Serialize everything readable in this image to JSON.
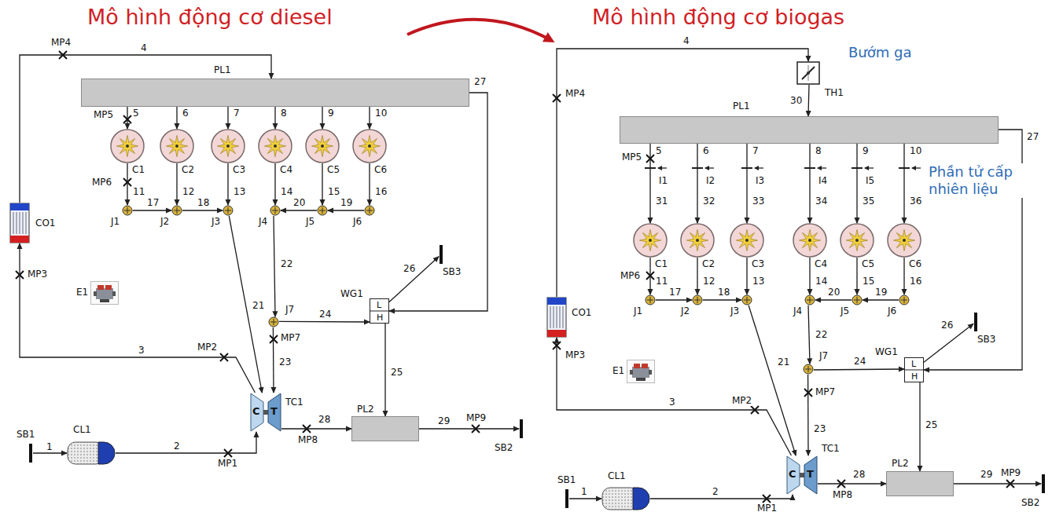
{
  "diagram": {
    "nodes": [
      {
        "text": [
          "SB1"
        ]
      },
      {
        "text": [
          "CL1"
        ]
      },
      {
        "text": [
          "C",
          "T",
          "TC1"
        ]
      },
      {
        "text": [
          "CO1"
        ]
      },
      {
        "text": [
          "PL1"
        ]
      },
      {
        "text": [
          "C1"
        ]
      },
      {
        "text": [
          "C2"
        ]
      },
      {
        "text": [
          "C3"
        ]
      },
      {
        "text": [
          "C4"
        ]
      },
      {
        "text": [
          "C5"
        ]
      },
      {
        "text": [
          "C6"
        ]
      },
      {
        "text": [
          "J1"
        ]
      },
      {
        "text": [
          "J2"
        ]
      },
      {
        "text": [
          "J3"
        ]
      },
      {
        "text": [
          "J4"
        ]
      },
      {
        "text": [
          "J5"
        ]
      },
      {
        "text": [
          "J6"
        ]
      },
      {
        "text": [
          "J7"
        ]
      },
      {
        "text": [
          "L",
          "H",
          "WG1"
        ]
      },
      {
        "text": [
          "SB3"
        ]
      },
      {
        "text": [
          "PL2"
        ]
      },
      {
        "text": [
          "SB2"
        ]
      },
      {
        "text": [
          "E1"
        ]
      },
      {
        "text": [
          "SB1"
        ]
      },
      {
        "text": [
          "CL1"
        ]
      },
      {
        "text": [
          "C",
          "T",
          "TC1"
        ]
      },
      {
        "text": [
          "CO1"
        ]
      },
      {
        "text": [
          "TH1"
        ]
      },
      {
        "text": [
          "PL1"
        ]
      },
      {
        "text": [
          "C1"
        ]
      },
      {
        "text": [
          "C2"
        ]
      },
      {
        "text": [
          "C3"
        ]
      },
      {
        "text": [
          "C4"
        ]
      },
      {
        "text": [
          "C5"
        ]
      },
      {
        "text": [
          "C6"
        ]
      },
      {
        "text": [
          "J1"
        ]
      },
      {
        "text": [
          "J2"
        ]
      },
      {
        "text": [
          "J3"
        ]
      },
      {
        "text": [
          "J4"
        ]
      },
      {
        "text": [
          "J5"
        ]
      },
      {
        "text": [
          "J6"
        ]
      },
      {
        "text": [
          "J7"
        ]
      },
      {
        "text": [
          "L",
          "H",
          "WG1"
        ]
      },
      {
        "text": [
          "SB3"
        ]
      },
      {
        "text": [
          "PL2"
        ]
      },
      {
        "text": [
          "SB2"
        ]
      },
      {
        "text": [
          "E1"
        ]
      }
    ],
    "edges": [
      {
        "from": 0,
        "to": 1,
        "arrow": "to",
        "label": "1"
      },
      {
        "from": 1,
        "to": 2,
        "arrow": "to",
        "label": "2"
      },
      {
        "from": 2,
        "to": 3,
        "arrow": "to",
        "label": "3"
      },
      {
        "from": 3,
        "to": 4,
        "arrow": "to",
        "label": "4"
      },
      {
        "from": 4,
        "to": 5,
        "arrow": "to",
        "label": "5"
      },
      {
        "from": 4,
        "to": 6,
        "arrow": "to",
        "label": "6"
      },
      {
        "from": 4,
        "to": 7,
        "arrow": "to",
        "label": "7"
      },
      {
        "from": 4,
        "to": 8,
        "arrow": "to",
        "label": "8"
      },
      {
        "from": 4,
        "to": 9,
        "arrow": "to",
        "label": "9"
      },
      {
        "from": 4,
        "to": 10,
        "arrow": "to",
        "label": "10"
      },
      {
        "from": 5,
        "to": 11,
        "arrow": "to",
        "label": "11"
      },
      {
        "from": 6,
        "to": 12,
        "arrow": "to",
        "label": "12"
      },
      {
        "from": 7,
        "to": 13,
        "arrow": "to",
        "label": "13"
      },
      {
        "from": 8,
        "to": 14,
        "arrow": "to",
        "label": "14"
      },
      {
        "from": 9,
        "to": 15,
        "arrow": "to",
        "label": "15"
      },
      {
        "from": 10,
        "to": 16,
        "arrow": "to",
        "label": "16"
      },
      {
        "from": 11,
        "to": 12,
        "arrow": "to",
        "label": "17"
      },
      {
        "from": 12,
        "to": 13,
        "arrow": "to",
        "label": "18"
      },
      {
        "from": 15,
        "to": 14,
        "arrow": "to",
        "label": "20"
      },
      {
        "from": 16,
        "to": 15,
        "arrow": "to",
        "label": "19"
      },
      {
        "from": 13,
        "to": 2,
        "arrow": "to",
        "label": "21"
      },
      {
        "from": 14,
        "to": 17,
        "arrow": "to",
        "label": "22"
      },
      {
        "from": 17,
        "to": 2,
        "arrow": "to",
        "label": "23"
      },
      {
        "from": 17,
        "to": 18,
        "arrow": "to",
        "label": "24"
      },
      {
        "from": 18,
        "to": 20,
        "arrow": "to",
        "label": "25"
      },
      {
        "from": 18,
        "to": 19,
        "arrow": "to",
        "label": "26"
      },
      {
        "from": 4,
        "to": 18,
        "arrow": "to",
        "label": "27"
      },
      {
        "from": 2,
        "to": 20,
        "arrow": "to",
        "label": "28"
      },
      {
        "from": 20,
        "to": 21,
        "arrow": "to",
        "label": "29"
      },
      {
        "from": 23,
        "to": 24,
        "arrow": "to",
        "label": "1"
      },
      {
        "from": 24,
        "to": 25,
        "arrow": "to",
        "label": "2"
      },
      {
        "from": 25,
        "to": 26,
        "arrow": "to",
        "label": "3"
      },
      {
        "from": 26,
        "to": 27,
        "arrow": "to",
        "label": "4"
      },
      {
        "from": 27,
        "to": 28,
        "arrow": "to",
        "label": "30"
      },
      {
        "from": 28,
        "to": 29,
        "arrow": "to",
        "label": "5"
      },
      {
        "from": 28,
        "to": 30,
        "arrow": "to",
        "label": "6"
      },
      {
        "from": 28,
        "to": 31,
        "arrow": "to",
        "label": "7"
      },
      {
        "from": 28,
        "to": 32,
        "arrow": "to",
        "label": "8"
      },
      {
        "from": 28,
        "to": 33,
        "arrow": "to",
        "label": "9"
      },
      {
        "from": 28,
        "to": 34,
        "arrow": "to",
        "label": "10"
      },
      {
        "from": 29,
        "to": 35,
        "arrow": "to",
        "label": "11"
      },
      {
        "from": 30,
        "to": 36,
        "arrow": "to",
        "label": "12"
      },
      {
        "from": 31,
        "to": 37,
        "arrow": "to",
        "label": "13"
      },
      {
        "from": 32,
        "to": 38,
        "arrow": "to",
        "label": "14"
      },
      {
        "from": 33,
        "to": 39,
        "arrow": "to",
        "label": "15"
      },
      {
        "from": 34,
        "to": 40,
        "arrow": "to",
        "label": "16"
      },
      {
        "from": 35,
        "to": 36,
        "arrow": "to",
        "label": "17"
      },
      {
        "from": 36,
        "to": 37,
        "arrow": "to",
        "label": "18"
      },
      {
        "from": 39,
        "to": 38,
        "arrow": "to",
        "label": "20"
      },
      {
        "from": 40,
        "to": 39,
        "arrow": "to",
        "label": "19"
      },
      {
        "from": 37,
        "to": 25,
        "arrow": "to",
        "label": "21"
      },
      {
        "from": 38,
        "to": 41,
        "arrow": "to",
        "label": "22"
      },
      {
        "from": 41,
        "to": 25,
        "arrow": "to",
        "label": "23"
      },
      {
        "from": 41,
        "to": 42,
        "arrow": "to",
        "label": "24"
      },
      {
        "from": 42,
        "to": 44,
        "arrow": "to",
        "label": "25"
      },
      {
        "from": 42,
        "to": 43,
        "arrow": "to",
        "label": "26"
      },
      {
        "from": 28,
        "to": 42,
        "arrow": "to",
        "label": "27"
      },
      {
        "from": 25,
        "to": 44,
        "arrow": "to",
        "label": "28"
      },
      {
        "from": 44,
        "to": 45,
        "arrow": "to",
        "label": "29"
      }
    ],
    "labels": [
      "Mô hình động cơ diesel",
      "Mô hình động cơ biogas",
      "Bướm ga",
      "Phần tử cấp nhiên liệu",
      "MP1",
      "MP2",
      "MP3",
      "MP4",
      "MP5",
      "MP6",
      "MP7",
      "MP8",
      "MP9",
      "MP1",
      "MP2",
      "MP3",
      "MP4",
      "MP5",
      "MP6",
      "MP7",
      "MP8",
      "MP9",
      "I1",
      "I2",
      "I3",
      "I4",
      "I5",
      "31",
      "32",
      "33",
      "34",
      "35",
      "36"
    ]
  }
}
